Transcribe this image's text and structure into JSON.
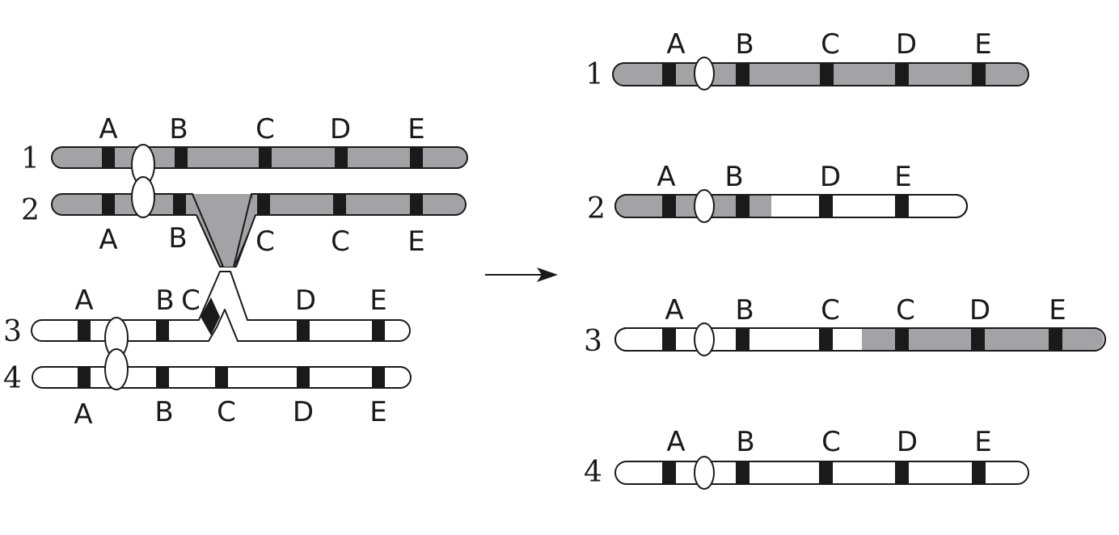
{
  "colors": {
    "gray": "#a3a3a5",
    "white": "#ffffff",
    "band": "#1a1a1a",
    "outline": "#1a1a1a"
  },
  "left": {
    "chromosomes": [
      {
        "number": "1",
        "labels_above": [
          "A",
          "B",
          "C",
          "D",
          "E"
        ],
        "fill": "gray"
      },
      {
        "number": "2",
        "labels_below": [
          "A",
          "B",
          "C",
          "C",
          "E"
        ],
        "fill": "gray",
        "note": "looped region"
      },
      {
        "number": "3",
        "labels_above": [
          "A",
          "B",
          "C",
          "D",
          "E"
        ],
        "fill": "white",
        "note": "looped region"
      },
      {
        "number": "4",
        "labels_below": [
          "A",
          "B",
          "C",
          "D",
          "E"
        ],
        "fill": "white"
      }
    ]
  },
  "right": {
    "chromosomes": [
      {
        "number": "1",
        "labels": [
          "A",
          "B",
          "C",
          "D",
          "E"
        ],
        "segments": [
          "gray"
        ]
      },
      {
        "number": "2",
        "labels": [
          "A",
          "B",
          "D",
          "E"
        ],
        "segments": [
          "gray",
          "white"
        ]
      },
      {
        "number": "3",
        "labels": [
          "A",
          "B",
          "C",
          "C",
          "D",
          "E"
        ],
        "segments": [
          "white",
          "gray"
        ]
      },
      {
        "number": "4",
        "labels": [
          "A",
          "B",
          "C",
          "D",
          "E"
        ],
        "segments": [
          "white"
        ]
      }
    ]
  },
  "arrow": "right-arrow"
}
